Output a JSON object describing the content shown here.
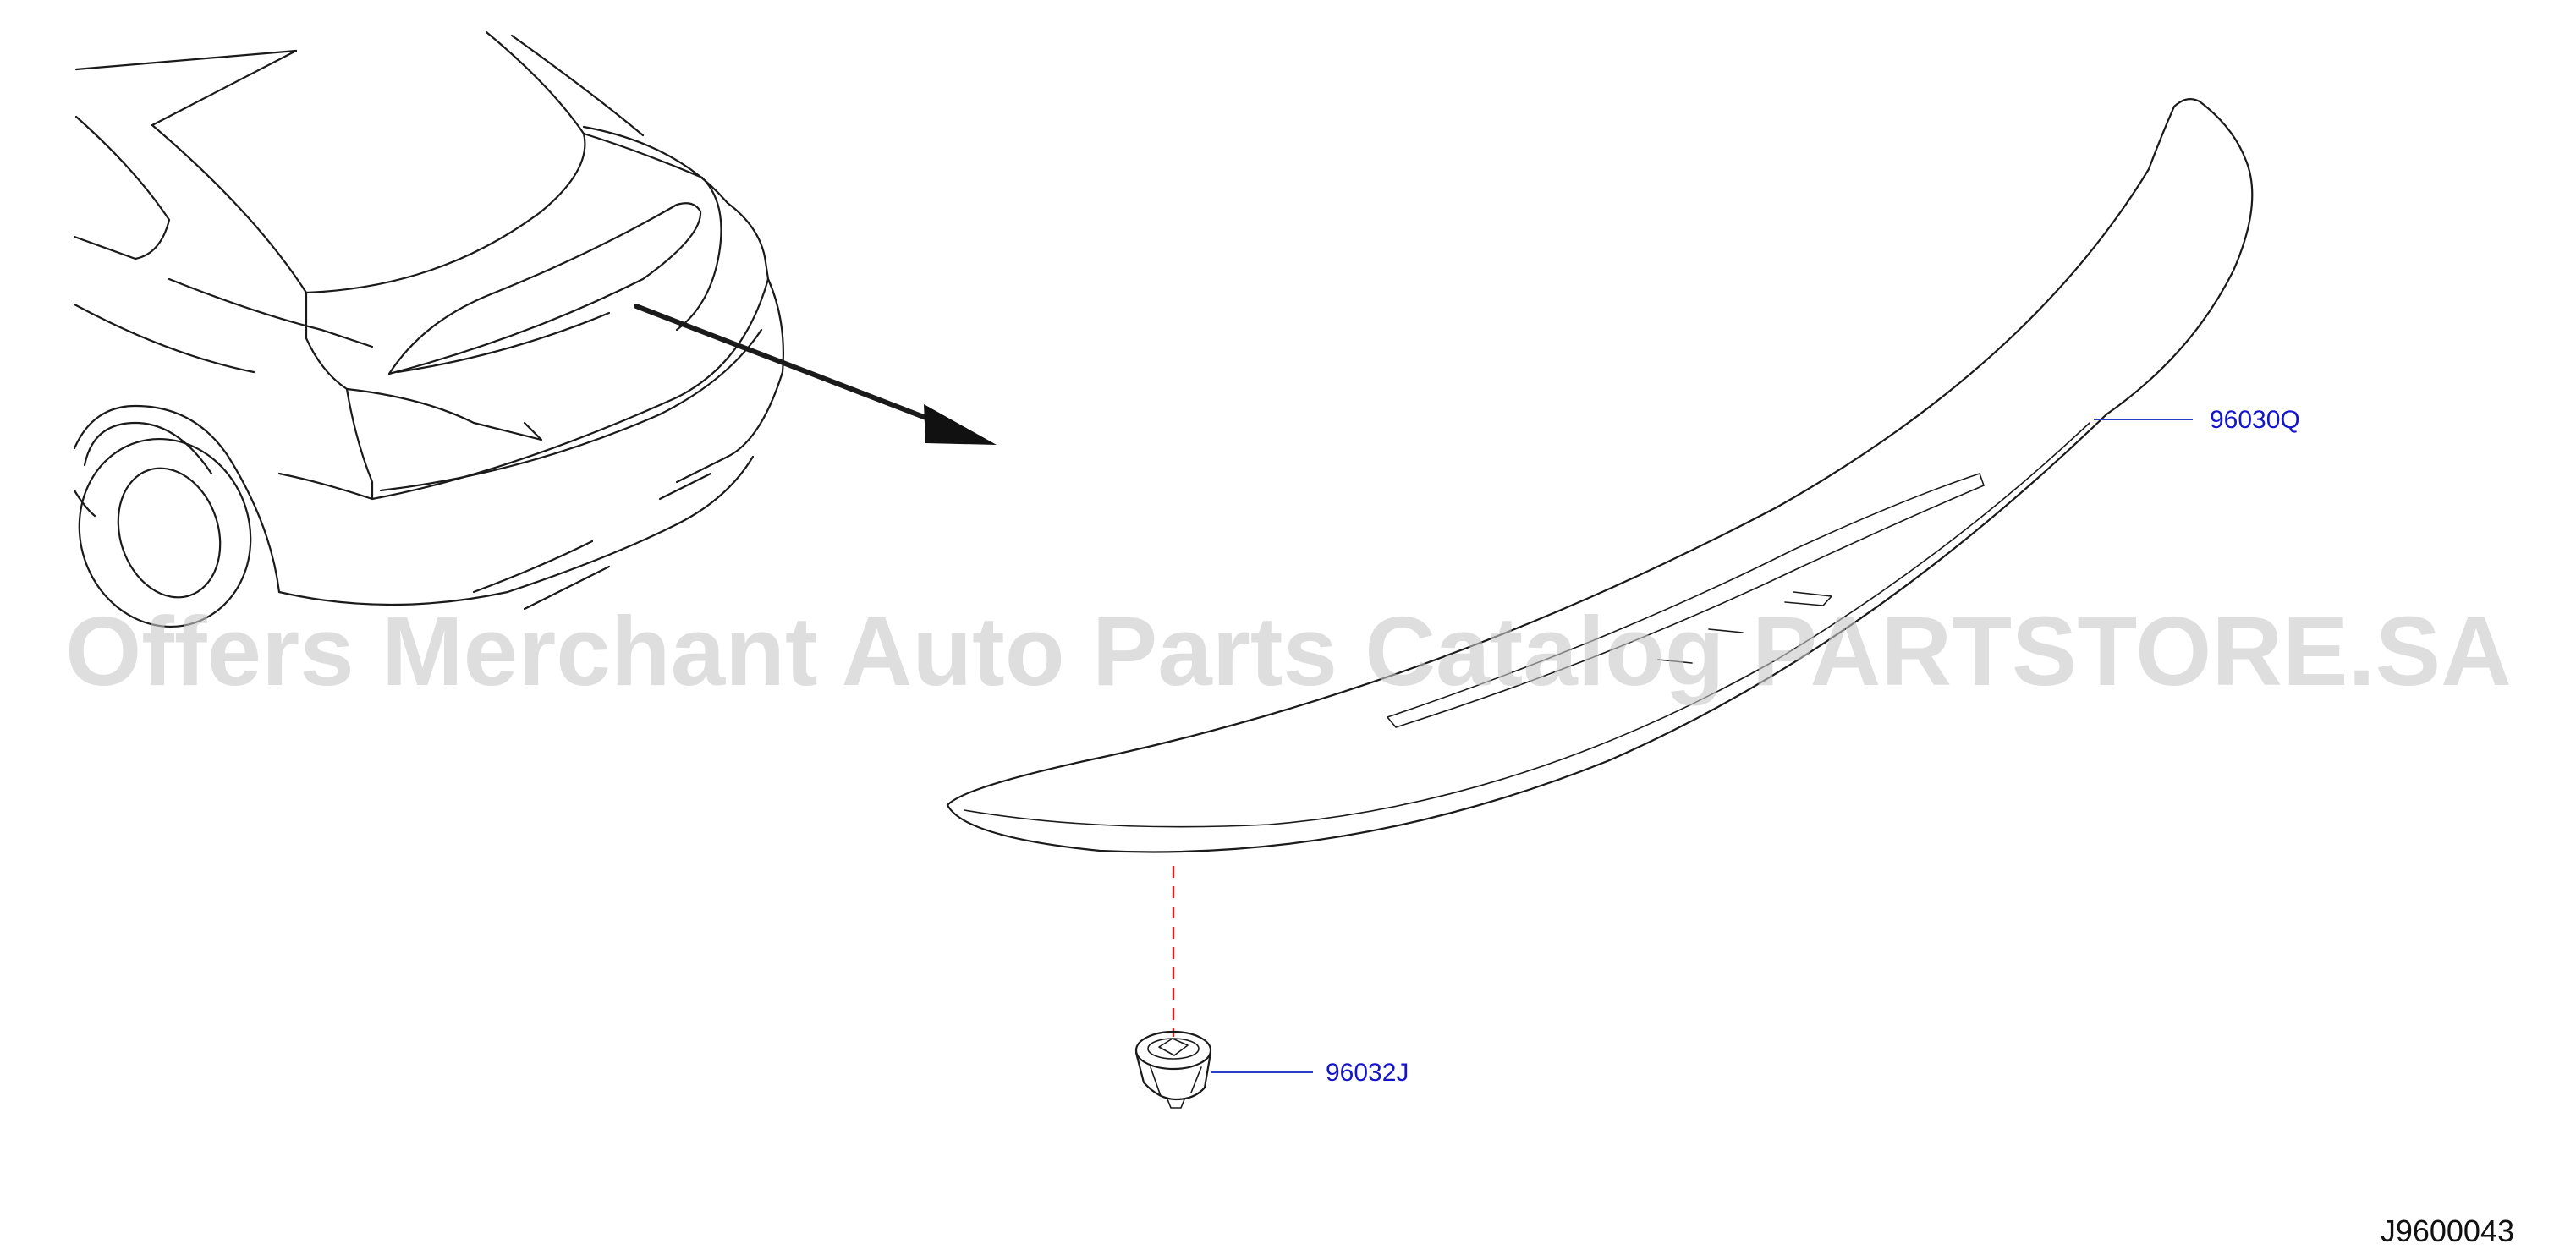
{
  "parts": [
    {
      "number": "96030Q",
      "description_shown": ""
    },
    {
      "number": "96032J",
      "description_shown": ""
    }
  ],
  "diagram_id": "J9600043",
  "watermark": "Offers Merchant Auto Parts Catalog PARTSTORE.SA",
  "colors": {
    "line_art": "#1a1a1a",
    "part_label": "#1414c8",
    "leader_line": "#2b3cc9",
    "alignment_dashed_line": "#d42020",
    "watermark": "#c8c8c8",
    "background": "#ffffff"
  }
}
